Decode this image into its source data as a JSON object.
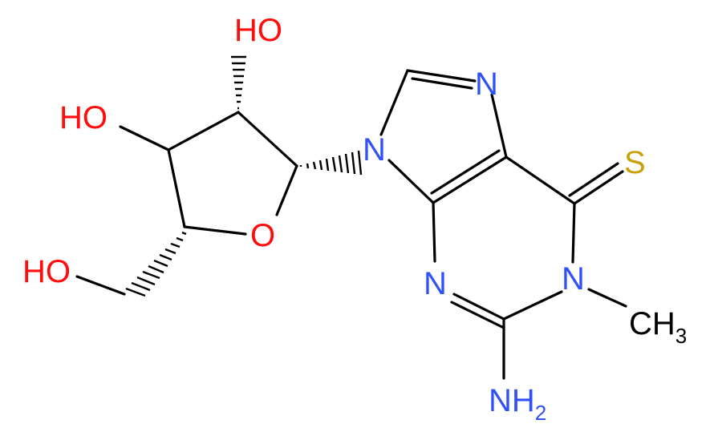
{
  "atoms": {
    "oh_top": "HO",
    "oh_left": "HO",
    "oh_bottom": "HO",
    "ring_o": "O",
    "n9": "N",
    "n7": "N",
    "n3": "N",
    "n1": "N",
    "sulfur": "S",
    "methyl_c": "CH",
    "methyl_sub": "3",
    "amine_n": "NH",
    "amine_sub": "2"
  },
  "colors": {
    "bond": "#000000",
    "oxygen": "#ff0d0d",
    "nitrogen": "#3050f8",
    "sulfur": "#c8a008",
    "carbon": "#000000"
  }
}
